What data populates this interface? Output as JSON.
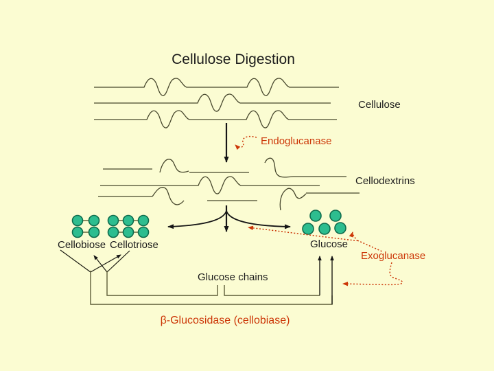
{
  "slide": {
    "title": "Cellulose Digestion",
    "stage_labels": {
      "cellulose": "Cellulose",
      "cellodextrins": "Cellodextrins",
      "glucose_chains": "Glucose chains"
    },
    "product_labels": {
      "cellobiose": "Cellobiose",
      "cellotriose": "Cellotriose",
      "glucose": "Glucose"
    },
    "enzyme_labels": {
      "endoglucanase": "Endoglucanase",
      "exoglucanase": "Exoglucanase",
      "beta_glucosidase": "β-Glucosidase (cellobiase)"
    },
    "molecules": {
      "cellobiose_units": 2,
      "cellotriose_units": 3,
      "free_glucose_units": 5,
      "cellulose_strands": 3,
      "cellodextrin_rows": 3,
      "glucose_chain_rows": 3
    },
    "colors": {
      "background": "#FBFCD2",
      "text": "#1C1C1C",
      "enzyme_text": "#CC3708",
      "structure_line": "#66663E",
      "wave_line": "#30301E",
      "arrow": "#151515",
      "glucose_unit_fill": "#2DBD8F",
      "glucose_unit_stroke": "#0F6B4C"
    }
  }
}
